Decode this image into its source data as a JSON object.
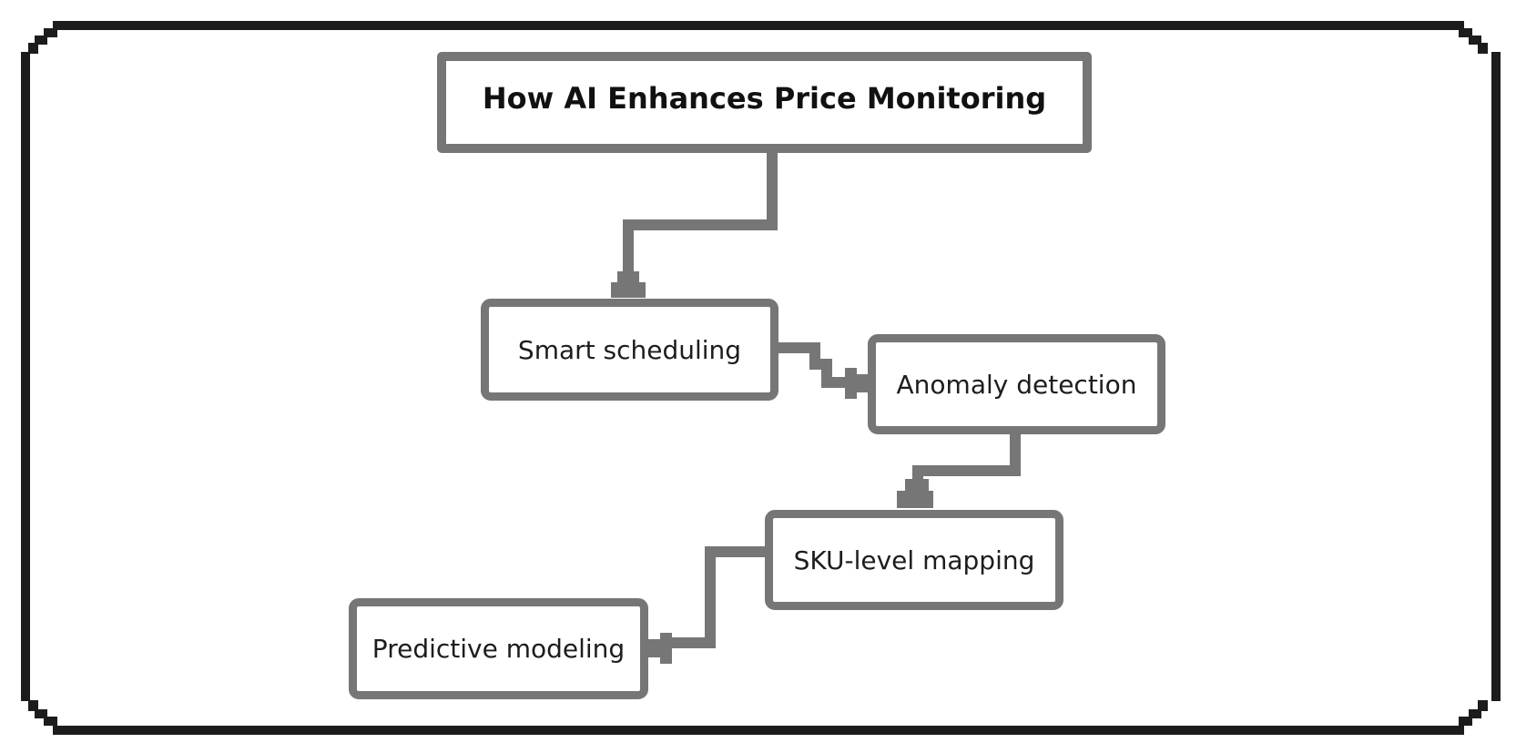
{
  "diagram": {
    "title": "How AI Enhances Price Monitoring",
    "nodes": [
      {
        "id": "smart-scheduling",
        "label": "Smart scheduling"
      },
      {
        "id": "anomaly-detection",
        "label": "Anomaly detection"
      },
      {
        "id": "sku-level-mapping",
        "label": "SKU-level mapping"
      },
      {
        "id": "predictive-modeling",
        "label": "Predictive modeling"
      }
    ],
    "edges": [
      {
        "from": "How AI Enhances Price Monitoring",
        "to": "Smart scheduling"
      },
      {
        "from": "Smart scheduling",
        "to": "Anomaly detection"
      },
      {
        "from": "Anomaly detection",
        "to": "SKU-level mapping"
      },
      {
        "from": "SKU-level mapping",
        "to": "Predictive modeling"
      }
    ],
    "colors": {
      "outer_border": "#1c1c1c",
      "connector": "#767676",
      "node_border": "#767676",
      "node_fill": "#ffffff",
      "title_text": "#111111",
      "node_text": "#1d1d1d",
      "background": "#ffffff"
    }
  }
}
